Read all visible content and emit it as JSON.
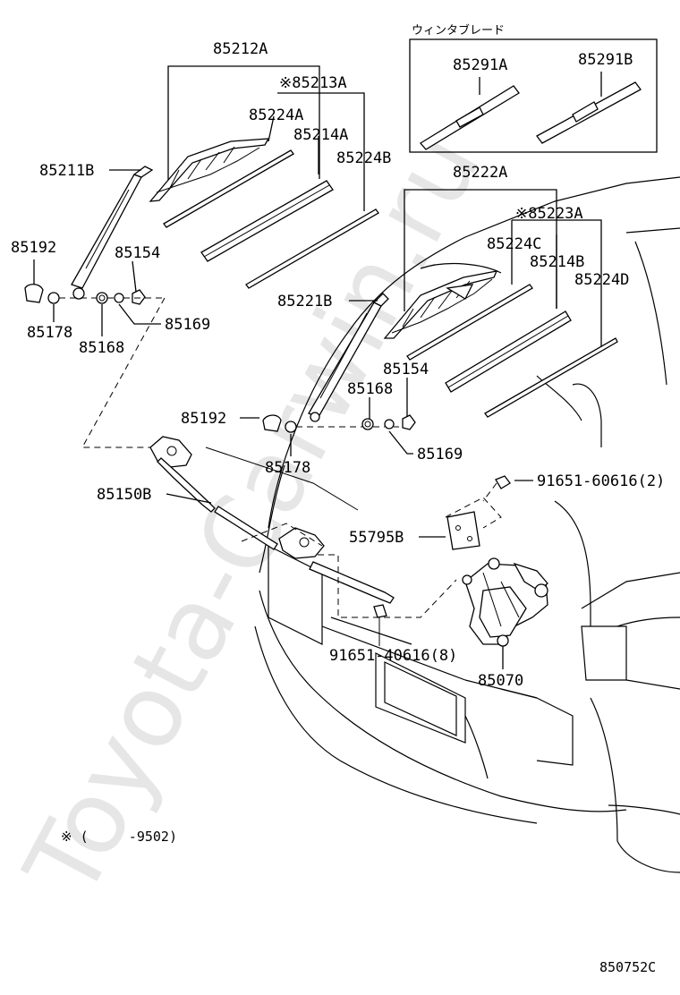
{
  "watermark": "Toyota-Carwin.ru",
  "inset_title": "ウィンタブレード",
  "labels": {
    "p85212A": "85212A",
    "p85213A": "※85213A",
    "p85224A": "85224A",
    "p85214A": "85214A",
    "p85224B": "85224B",
    "p85211B": "85211B",
    "p85192a": "85192",
    "p85154a": "85154",
    "p85178a": "85178",
    "p85169a": "85169",
    "p85168a": "85168",
    "p85291A": "85291A",
    "p85291B": "85291B",
    "p85222A": "85222A",
    "p85223A": "※85223A",
    "p85224C": "85224C",
    "p85214B": "85214B",
    "p85224D": "85224D",
    "p85221B": "85221B",
    "p85154b": "85154",
    "p85168b": "85168",
    "p85192b": "85192",
    "p85178b": "85178",
    "p85169b": "85169",
    "p91651_6": "91651-60616(2)",
    "p85150B": "85150B",
    "p55795B": "55795B",
    "p91651_4": "91651-40616(8)",
    "p85070": "85070"
  },
  "footnote": "※ (     -9502)",
  "diagram_code": "850752C"
}
